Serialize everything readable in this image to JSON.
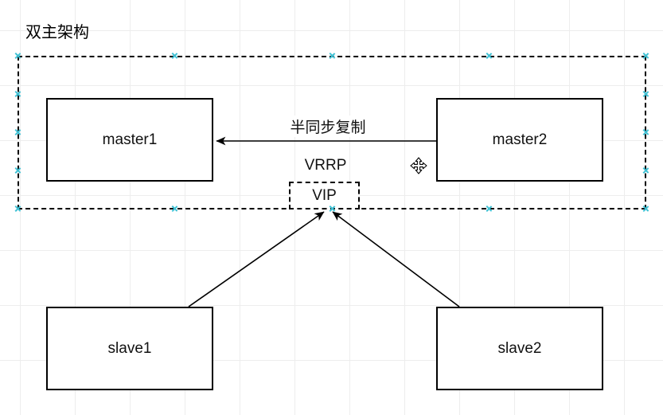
{
  "title": {
    "text": "双主架构"
  },
  "nodes": {
    "master1": {
      "label": "master1"
    },
    "master2": {
      "label": "master2"
    },
    "slave1": {
      "label": "slave1"
    },
    "slave2": {
      "label": "slave2"
    },
    "vip": {
      "label": "VIP"
    }
  },
  "edge_labels": {
    "replication": "半同步复制",
    "vrrp": "VRRP"
  },
  "connectors": [
    {
      "from": "master2",
      "to": "master1",
      "label": "半同步复制",
      "arrow": "into-master1"
    },
    {
      "from": "slave1",
      "to": "vip",
      "label": "",
      "arrow": "into-vip"
    },
    {
      "from": "slave2",
      "to": "vip",
      "label": "",
      "arrow": "into-vip"
    }
  ],
  "selection": {
    "selected": true,
    "handle_count": 16
  },
  "icons": {
    "move_cursor": "move-cursor-icon",
    "selection_handle": "x-handle-icon"
  },
  "colors": {
    "stroke": "#000000",
    "node_fill": "#ffffff",
    "grid_line": "#ededed",
    "selection_handle": "#3fc1d4",
    "background": "#ffffff"
  }
}
